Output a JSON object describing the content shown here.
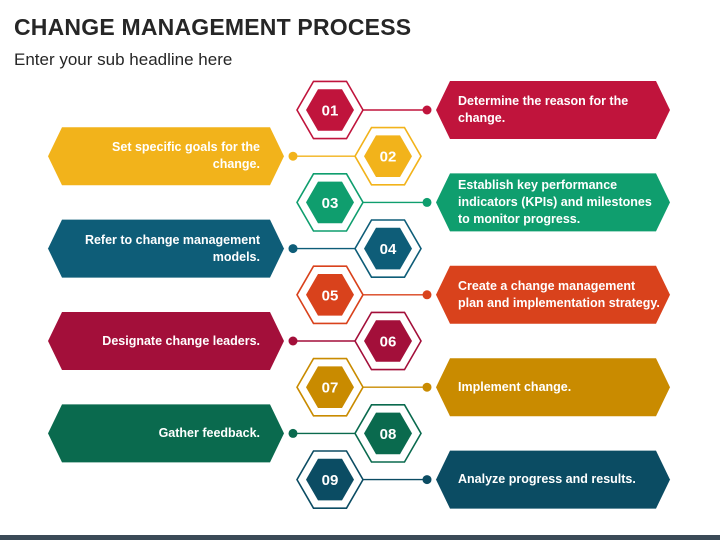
{
  "header": {
    "title": "CHANGE MANAGEMENT PROCESS",
    "subtitle": "Enter your sub headline here"
  },
  "steps": [
    {
      "number": "01",
      "side": "right",
      "color": "#c0143c",
      "text": "Determine the reason for the change."
    },
    {
      "number": "02",
      "side": "left",
      "color": "#f2b31b",
      "text": "Set specific goals for the change."
    },
    {
      "number": "03",
      "side": "right",
      "color": "#0f9e6e",
      "text": "Establish key performance indicators (KPIs) and milestones to monitor progress."
    },
    {
      "number": "04",
      "side": "left",
      "color": "#0e5d78",
      "text": "Refer to change management models."
    },
    {
      "number": "05",
      "side": "right",
      "color": "#d9421c",
      "text": "Create a change management plan and implementation strategy."
    },
    {
      "number": "06",
      "side": "left",
      "color": "#a30f3a",
      "text": "Designate change leaders."
    },
    {
      "number": "07",
      "side": "right",
      "color": "#c98b00",
      "text": "Implement change."
    },
    {
      "number": "08",
      "side": "left",
      "color": "#0a6a4e",
      "text": "Gather feedback."
    },
    {
      "number": "09",
      "side": "right",
      "color": "#0b4c63",
      "text": "Analyze progress and results."
    }
  ]
}
